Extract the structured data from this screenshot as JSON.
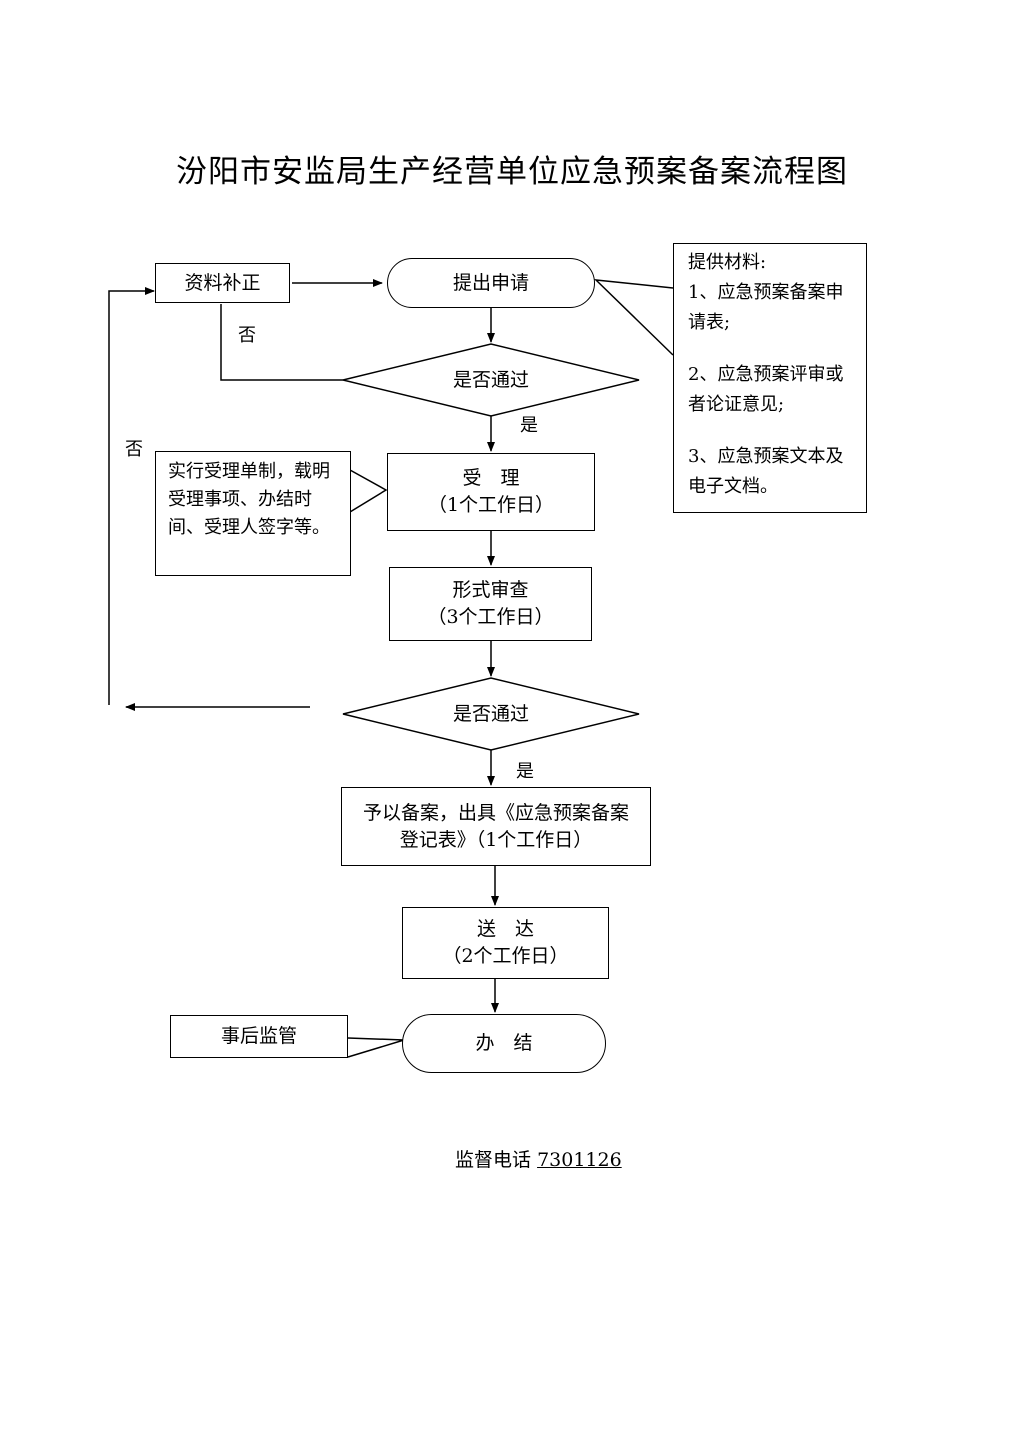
{
  "title": "汾阳市安监局生产经营单位应急预案备案流程图",
  "nodes": {
    "supplement": "资料补正",
    "apply": "提出申请",
    "check1": "是否通过",
    "accept_line1": "受　理",
    "accept_line2": "（1个工作日）",
    "review_line1": "形式审查",
    "review_line2": "（3个工作日）",
    "check2": "是否通过",
    "record_line1": "予以备案，出具《应急预案备案",
    "record_line2": "登记表》（1个工作日）",
    "deliver_line1": "送　达",
    "deliver_line2": "（2个工作日）",
    "finish": "办　结",
    "supervision": "事后监管"
  },
  "labels": {
    "no1": "否",
    "yes1": "是",
    "no2": "否",
    "yes2": "是"
  },
  "notes": {
    "acceptance": "实行受理单制，载明受理事项、办结时间、受理人签字等。",
    "materials_title": "提供材料:",
    "materials_1": "1、应急预案备案申请表;",
    "materials_2": "2、应急预案评审或者论证意见;",
    "materials_3": "3、应急预案文本及电子文档。"
  },
  "footer": {
    "label": "监督电话",
    "phone": "7301126"
  }
}
